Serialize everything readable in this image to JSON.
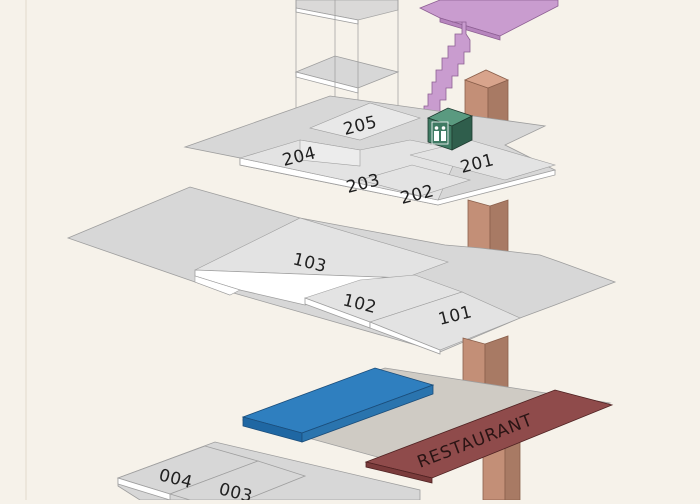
{
  "floors": {
    "second": {
      "rooms": [
        {
          "label": "205"
        },
        {
          "label": "204"
        },
        {
          "label": "203"
        },
        {
          "label": "202"
        },
        {
          "label": "201"
        }
      ]
    },
    "first": {
      "rooms": [
        {
          "label": "103"
        },
        {
          "label": "102"
        },
        {
          "label": "101"
        }
      ]
    },
    "ground": {
      "rooms": [
        {
          "label": "004"
        },
        {
          "label": "003"
        }
      ],
      "restaurant_label": "RESTAURANT"
    }
  },
  "colors": {
    "background": "#f6f2ea",
    "slab": "#d7d7d7",
    "elevator_shaft": "#c38f77",
    "stairs": "#c99ccf",
    "elevator_icon": "#3f7a63",
    "pool": "#2f7fbf",
    "restaurant": "#8f4b4b"
  },
  "icons": [
    "elevator-icon"
  ]
}
